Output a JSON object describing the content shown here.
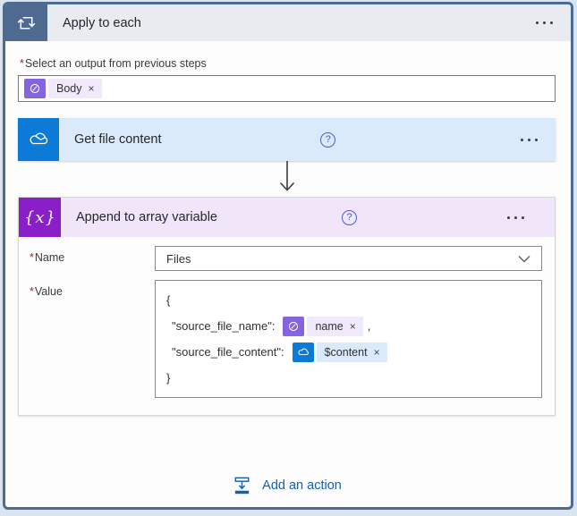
{
  "loop_card": {
    "title": "Apply to each"
  },
  "select_output": {
    "asterisk": "*",
    "label": "Select an output from previous steps",
    "token_label": "Body",
    "token_remove": "×"
  },
  "get_file": {
    "title": "Get file content",
    "help_glyph": "?"
  },
  "append": {
    "title": "Append to array variable",
    "help_glyph": "?",
    "asterisk": "*",
    "name_label": "Name",
    "name_value": "Files",
    "value_label": "Value",
    "json_open": "{",
    "json_close": "}",
    "line1_key": "\"source_file_name\":",
    "line1_token_label": "name",
    "line1_comma": ",",
    "line2_key": "\"source_file_content\":",
    "line2_token_label": "$content",
    "token_remove": "×"
  },
  "add_action": {
    "label": "Add an action"
  },
  "colors": {
    "scope_accent": "#4e6a90",
    "scope_header_bg": "#e8ecf0",
    "onedrive_blue": "#0c7bd8",
    "onedrive_header_bg": "#dbeafa",
    "variable_purple": "#8a1fc9",
    "variable_header_bg": "#f0e5f9",
    "token_purple": "#8464e0",
    "token_purple_bg": "#efe9fb",
    "token_blue_bg": "#dbeafa",
    "link_blue": "#1160b7",
    "required_red": "#a4262c"
  }
}
